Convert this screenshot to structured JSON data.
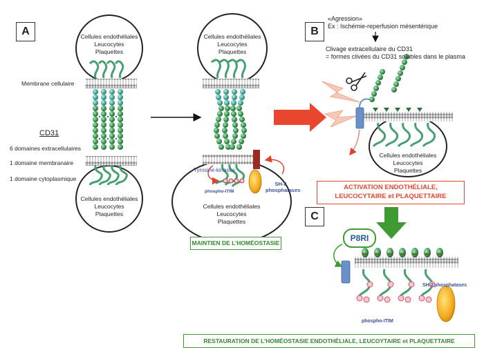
{
  "panels": {
    "a": "A",
    "b": "B",
    "c": "C"
  },
  "cell_lines": [
    "Cellules endothéliales",
    "Leucocytes",
    "Plaquettes"
  ],
  "panel_a": {
    "membrane_label": "Membrane cellulaire",
    "cd31_title": "CD31",
    "domains": [
      "6 domaines extracellulaires",
      "1 domaine membranaire",
      "1 domaine cytoplasmique"
    ]
  },
  "panel_middle": {
    "tyrosine_kinases": "Tyrosine-kinases",
    "phospho_itim": "phospho-ITIM",
    "sh2_line1": "SH-2",
    "sh2_line2": "phosphatases",
    "homeostasis_box": "MAINTIEN DE L’HOMÉOSTASIE"
  },
  "panel_b": {
    "aggression": "«Agression»",
    "example": "Ex : Ischémie-reperfusion mésentérique",
    "cleavage_line1": "Clivage extracellulaire du CD31",
    "cleavage_line2": "= formes clivées du CD31 solubles dans le plasma",
    "activation_line1": "ACTIVATION ENDOTHÉLIALE,",
    "activation_line2": "LEUCOCYTAIRE et PLAQUETTAIRE"
  },
  "panel_c": {
    "p8ri": "P8RI",
    "sh2": "SH-2",
    "phosphatases": "phosphatases",
    "phospho_itim": "phospho-ITIM",
    "restoration_box": "RESTAURATION DE L’HOMÉOSTASIE ENDOTHÉLIALE, LEUCOYTAIRE et PLAQUETTAIRE"
  },
  "colors": {
    "red": "#e8462f",
    "green": "#3f9a34",
    "chain_dark": "#2d6e3a",
    "chain_light": "#6fc08a",
    "teal": "#48a99a",
    "membrane": "#888888"
  }
}
